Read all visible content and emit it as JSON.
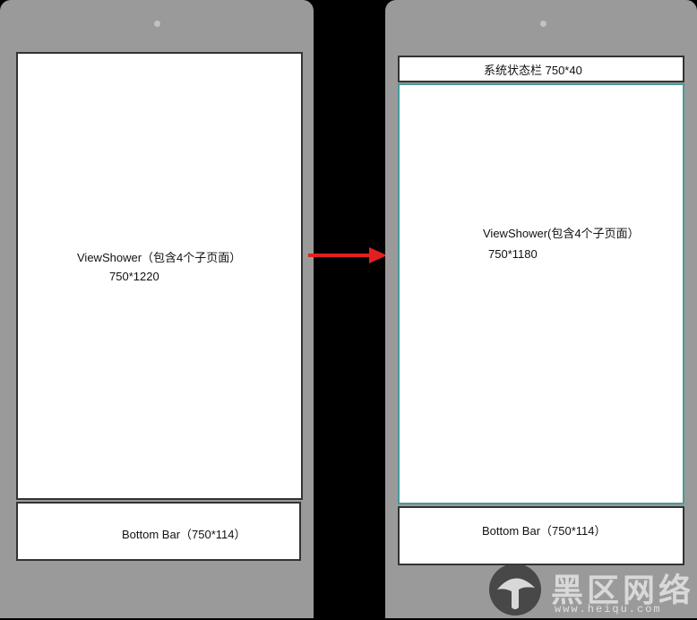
{
  "left": {
    "viewshower_label": "ViewShower（包含4个子页面）",
    "viewshower_size": "750*1220",
    "bottom_bar_label": "Bottom Bar（750*114）"
  },
  "right": {
    "status_bar_label": "系统状态栏 750*40",
    "viewshower_label": "ViewShower(包含4个子页面）",
    "viewshower_size": "750*1180",
    "bottom_bar_label": "Bottom Bar（750*114）"
  },
  "watermark": {
    "text": "黑区网络",
    "url": "www.heiqu.com"
  },
  "colors": {
    "arrow": "#e32020",
    "phone_frame": "#9a9a9a",
    "teal_border": "#4a9a9a"
  }
}
